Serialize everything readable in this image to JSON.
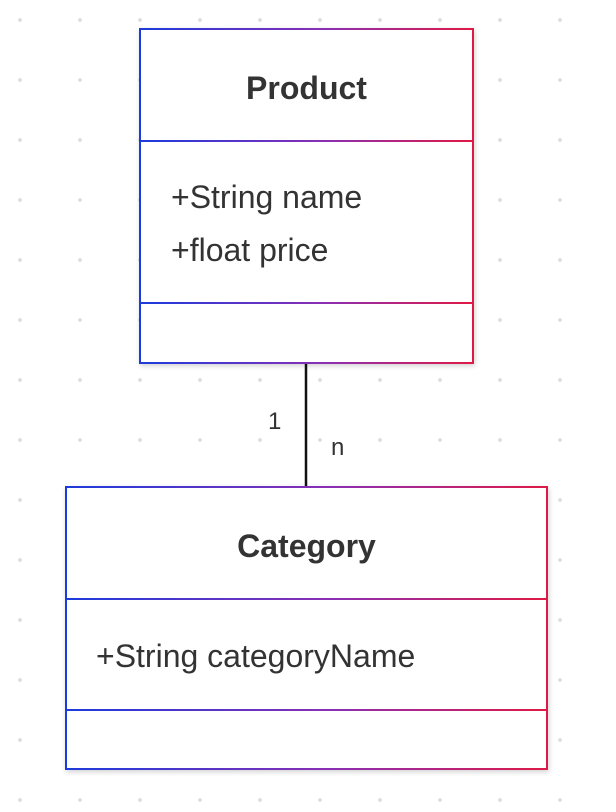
{
  "diagram": {
    "classes": [
      {
        "id": "product",
        "name": "Product",
        "attributes": [
          "+String name",
          "+float price"
        ],
        "methods": []
      },
      {
        "id": "category",
        "name": "Category",
        "attributes": [
          "+String categoryName"
        ],
        "methods": []
      }
    ],
    "associations": [
      {
        "from": "Product",
        "to": "Category",
        "from_multiplicity": "1",
        "to_multiplicity": "n"
      }
    ]
  },
  "colors": {
    "border_gradient_start": "#1c3bdc",
    "border_gradient_end": "#e01945",
    "text": "#333333",
    "line": "#111111",
    "grid_dot": "#dcdcdc"
  }
}
